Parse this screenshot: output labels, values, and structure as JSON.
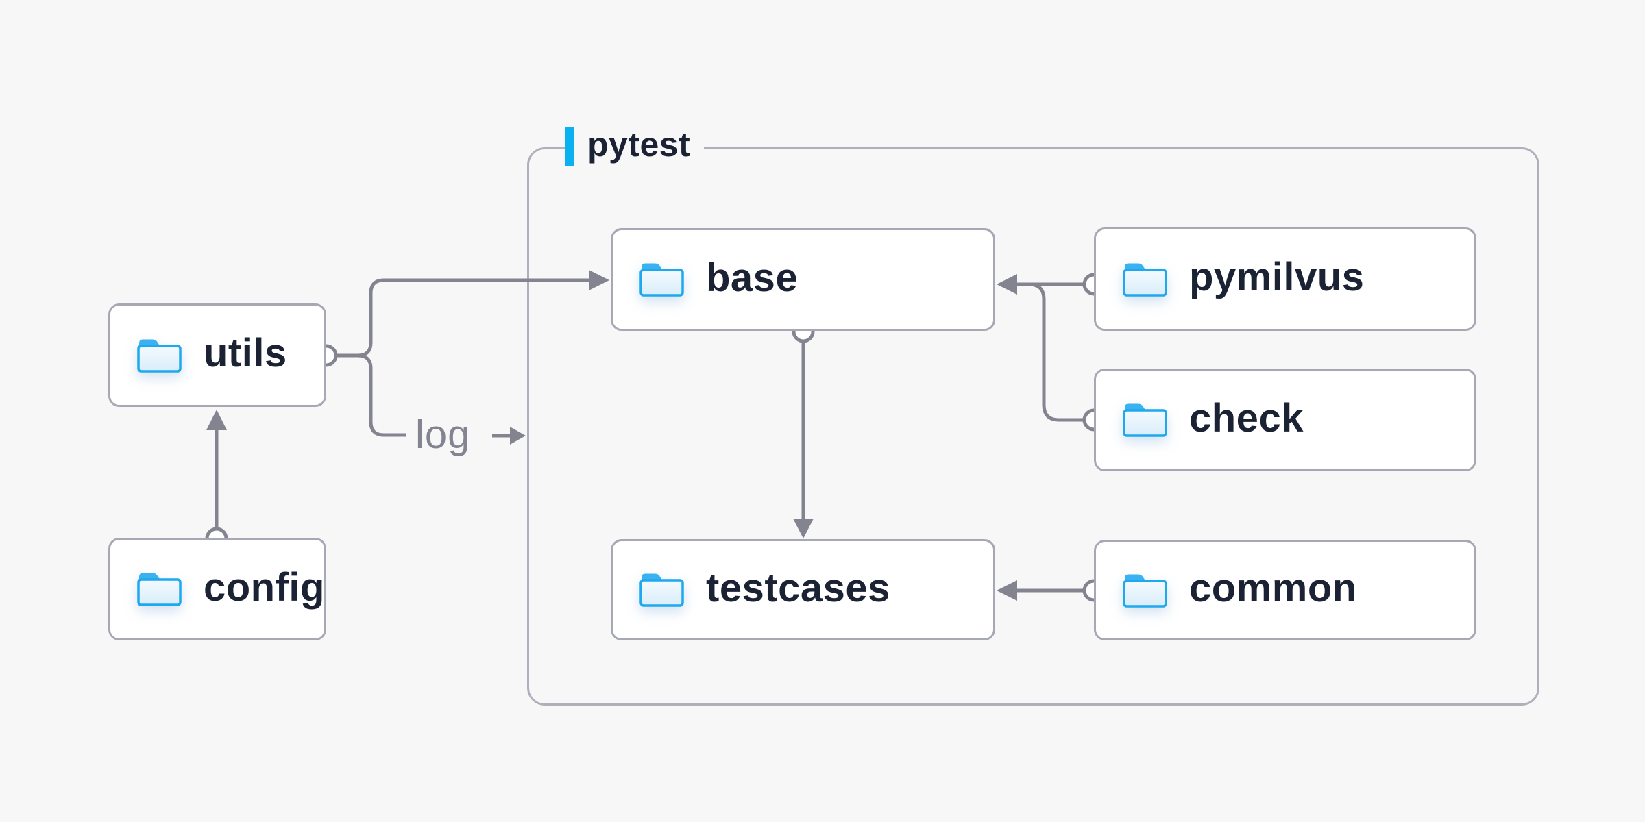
{
  "diagram": {
    "frame": {
      "label": "pytest"
    },
    "log_label": "log",
    "nodes": {
      "utils": {
        "label": "utils",
        "icon": "folder-icon"
      },
      "config": {
        "label": "config",
        "icon": "folder-icon"
      },
      "base": {
        "label": "base",
        "icon": "folder-icon"
      },
      "testcases": {
        "label": "testcases",
        "icon": "folder-icon"
      },
      "pymilvus": {
        "label": "pymilvus",
        "icon": "folder-icon"
      },
      "check": {
        "label": "check",
        "icon": "folder-icon"
      },
      "common": {
        "label": "common",
        "icon": "folder-icon"
      }
    },
    "edges": [
      {
        "from": "config",
        "to": "utils",
        "label": ""
      },
      {
        "from": "utils",
        "to": "base",
        "label": ""
      },
      {
        "from": "utils",
        "to": "pytest-frame",
        "label": "log"
      },
      {
        "from": "base",
        "to": "testcases",
        "label": ""
      },
      {
        "from": "pymilvus",
        "to": "base",
        "label": ""
      },
      {
        "from": "check",
        "to": "base",
        "label": ""
      },
      {
        "from": "common",
        "to": "testcases",
        "label": ""
      }
    ]
  },
  "colors": {
    "bg": "#f7f7f8",
    "node-bg": "#ffffff",
    "node-border": "#a6a8b4",
    "frame-border": "#aeb0bb",
    "line": "#83848f",
    "navy": "#1a2233",
    "accent": "#0ab1f0",
    "folder-stroke": "#1ea8ee",
    "folder-tab": "#3ab2f1",
    "folder-fill-top": "#f4fafe",
    "folder-fill-bottom": "#d9edfa",
    "log-text": "#83848f"
  }
}
